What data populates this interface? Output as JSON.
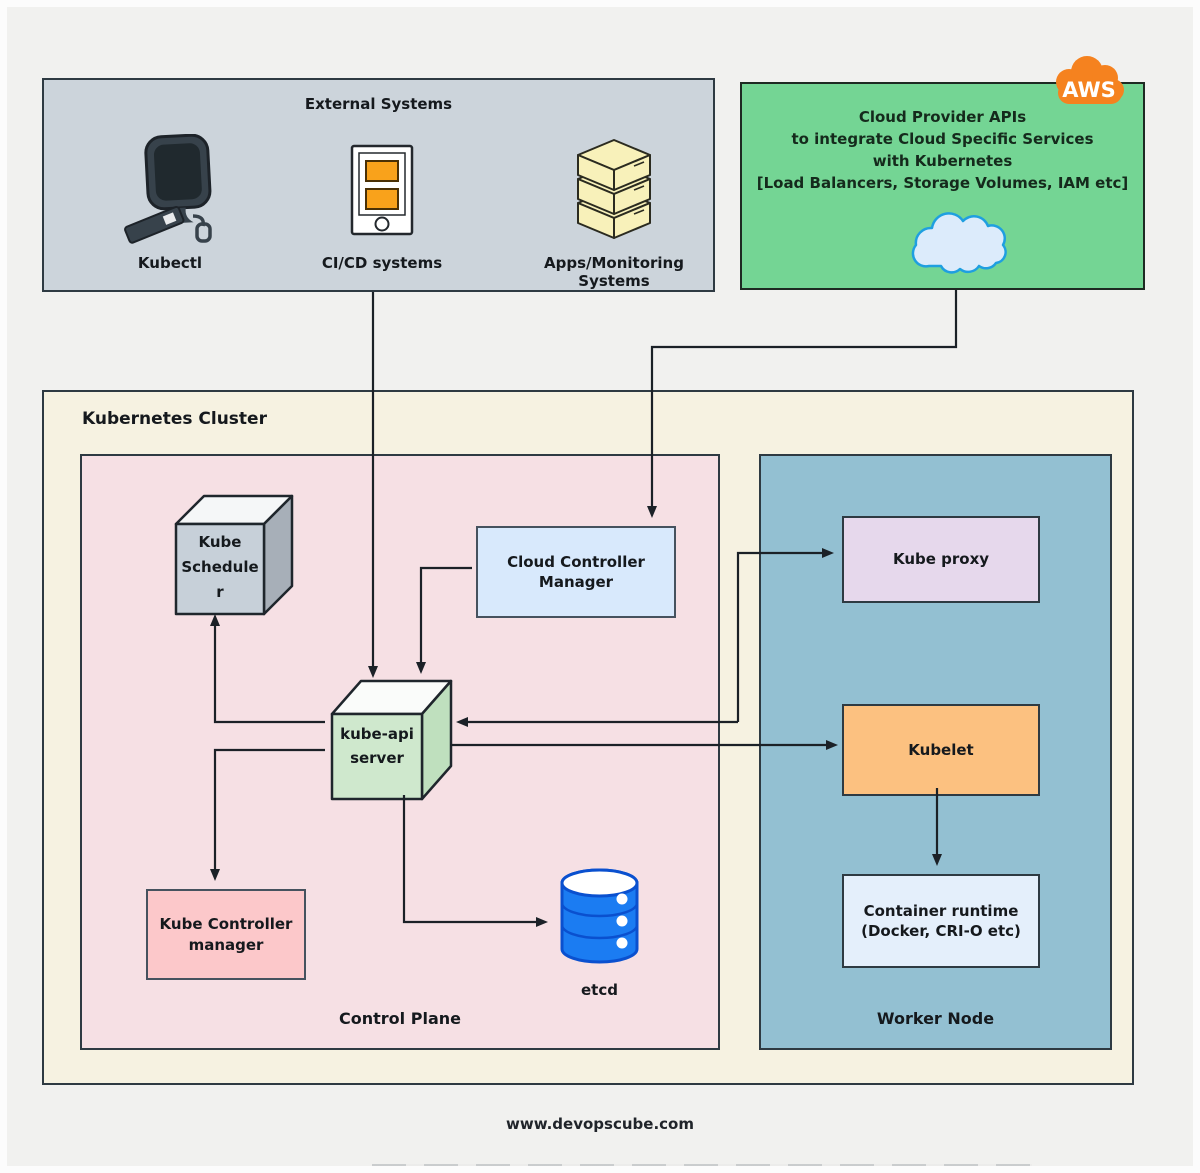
{
  "external_systems": {
    "title": "External Systems",
    "items": [
      {
        "label": "Kubectl",
        "icon": "kubectl-workstation-icon"
      },
      {
        "label": "CI/CD systems",
        "icon": "mobile-pipeline-icon"
      },
      {
        "label": "Apps/Monitoring Systems",
        "icon": "server-stack-icon"
      }
    ]
  },
  "cloud_provider": {
    "badge": "AWS",
    "line1": "Cloud Provider APIs",
    "line2": "to integrate Cloud Specific Services",
    "line3": "with Kubernetes",
    "line4": "[Load Balancers, Storage Volumes, IAM etc]",
    "icon": "cloud-icon"
  },
  "cluster": {
    "title": "Kubernetes Cluster",
    "control_plane": {
      "title": "Control Plane",
      "scheduler": {
        "line1": "Kube",
        "line2": "Schedule",
        "line3": "r"
      },
      "cloud_controller_manager": "Cloud Controller Manager",
      "kube_api_server": "kube-api server",
      "kube_controller_manager": "Kube Controller manager",
      "etcd_label": "etcd"
    },
    "worker_node": {
      "title": "Worker Node",
      "kube_proxy": "Kube proxy",
      "kubelet": "Kubelet",
      "container_runtime": "Container runtime (Docker, CRI-O etc)"
    }
  },
  "footer": {
    "text": "www.devopscube.com"
  },
  "colors": {
    "canvas_bg": "#f1f1ef",
    "external_box": "#ccd4db",
    "cloud_provider_green": "#74d594",
    "cluster_cream": "#f6f2e1",
    "control_plane_pink": "#f6e0e4",
    "worker_node_blue": "#93c0d2",
    "scheduler_cube": "#c7d0d9",
    "api_server_cube": "#cfe8cd",
    "ccm_blue": "#d8e9fc",
    "kcm_pink": "#fcc8ca",
    "kube_proxy_lavender": "#e6d8ec",
    "kubelet_orange": "#fcc180",
    "runtime_lightblue": "#e4effb",
    "etcd_blue": "#1b7cf2",
    "aws_orange": "#f5821f",
    "wire_black": "#1b2127"
  }
}
